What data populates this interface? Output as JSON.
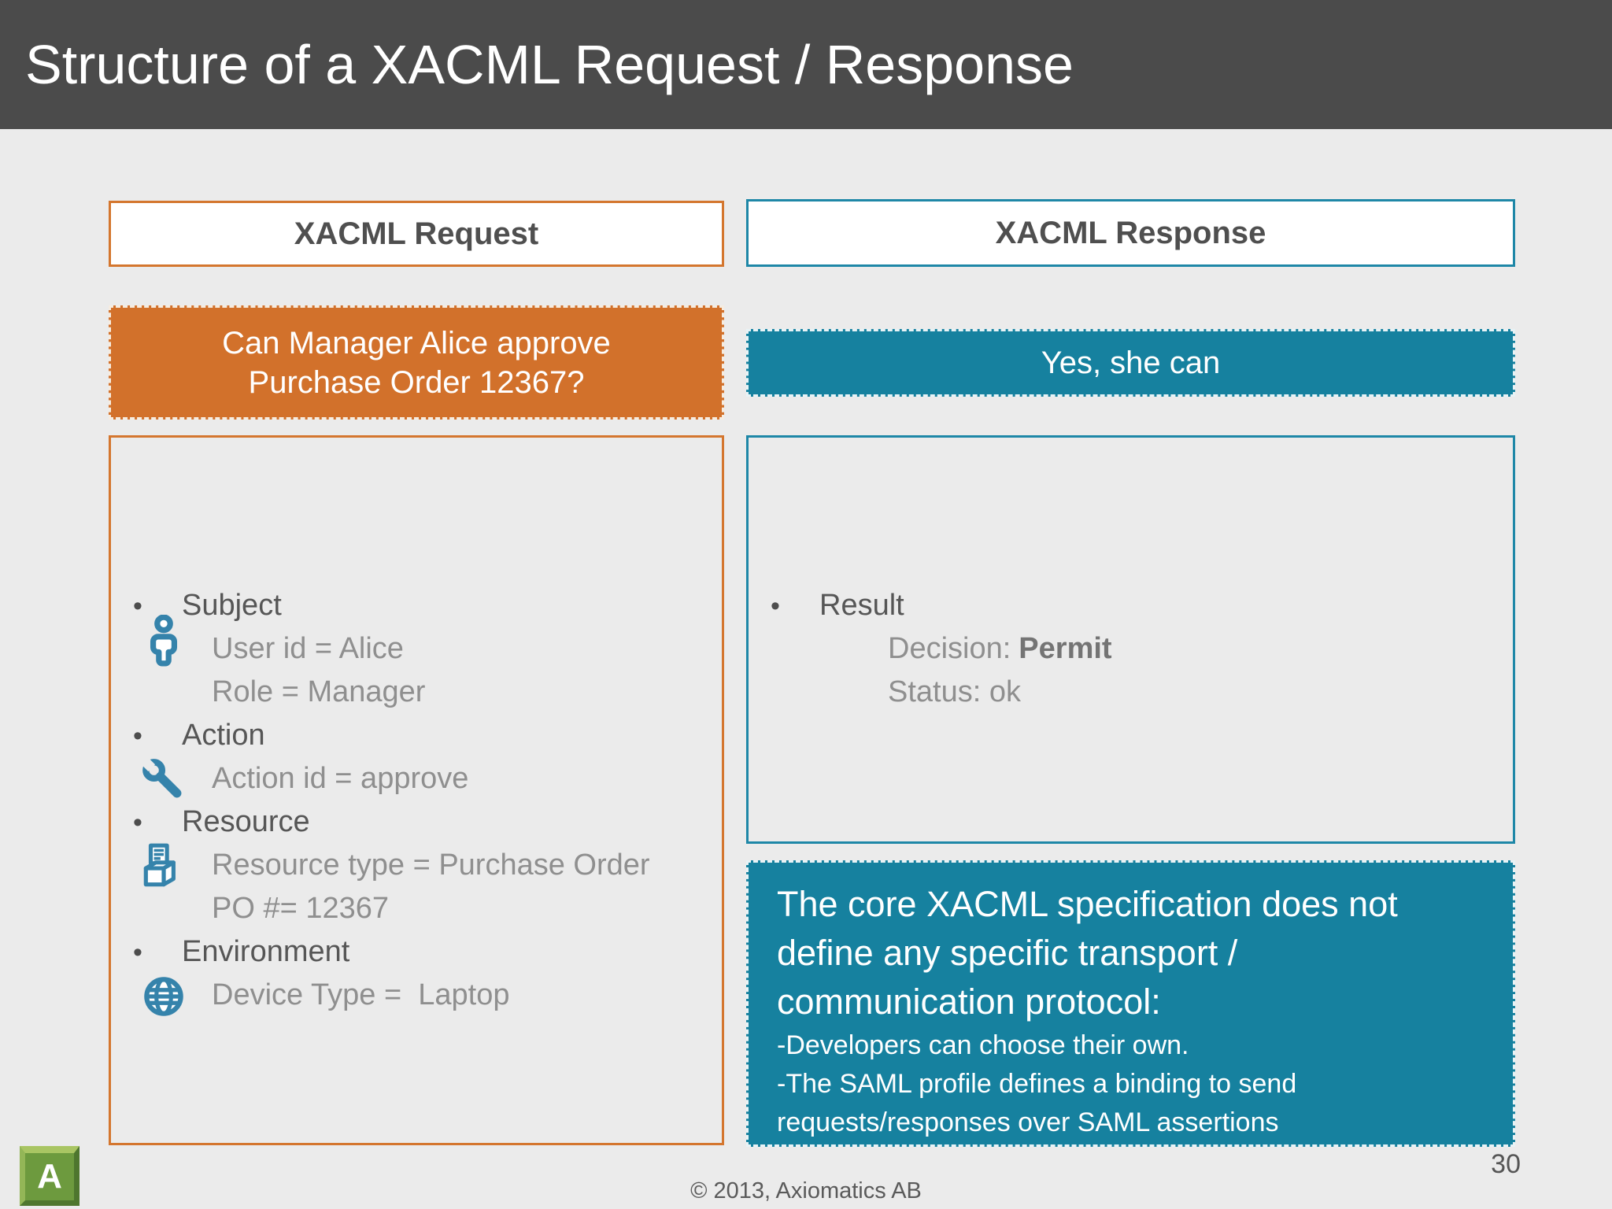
{
  "slide": {
    "title": "Structure of a XACML Request / Response",
    "page_number": "30",
    "copyright": "© 2013, Axiomatics AB",
    "logo_letter": "A",
    "bullet_char": "•"
  },
  "request": {
    "header": "XACML Request",
    "question_line1": "Can Manager Alice approve",
    "question_line2": "Purchase Order 12367?",
    "items": [
      {
        "label": "Subject",
        "icon": "person-icon",
        "values": [
          "User id = Alice",
          "Role = Manager"
        ]
      },
      {
        "label": "Action",
        "icon": "wrench-icon",
        "values": [
          "Action id = approve"
        ]
      },
      {
        "label": "Resource",
        "icon": "printer-icon",
        "values": [
          "Resource type = Purchase Order",
          "PO #= 12367"
        ]
      },
      {
        "label": "Environment",
        "icon": "globe-icon",
        "values": [
          "Device Type =  Laptop"
        ]
      }
    ]
  },
  "response": {
    "header": "XACML Response",
    "answer": "Yes, she can",
    "result_label": "Result",
    "decision_label": "Decision:",
    "decision_value": "Permit",
    "status_line": "Status: ok",
    "note_heading": "The core XACML specification does not define any specific transport / communication protocol:",
    "note_lines": [
      "-Developers can choose their own.",
      "-The SAML profile defines a binding to send requests/responses over SAML assertions"
    ]
  },
  "colors": {
    "header_gray": "#4b4b4b",
    "slide_background": "#ebebeb",
    "orange_fill": "#d2712b",
    "orange_border": "#d4762e",
    "teal_fill": "#16819f",
    "teal_border": "#1e87a7",
    "icon_teal": "#3583ab",
    "logo_green": "#6d9a3e"
  }
}
